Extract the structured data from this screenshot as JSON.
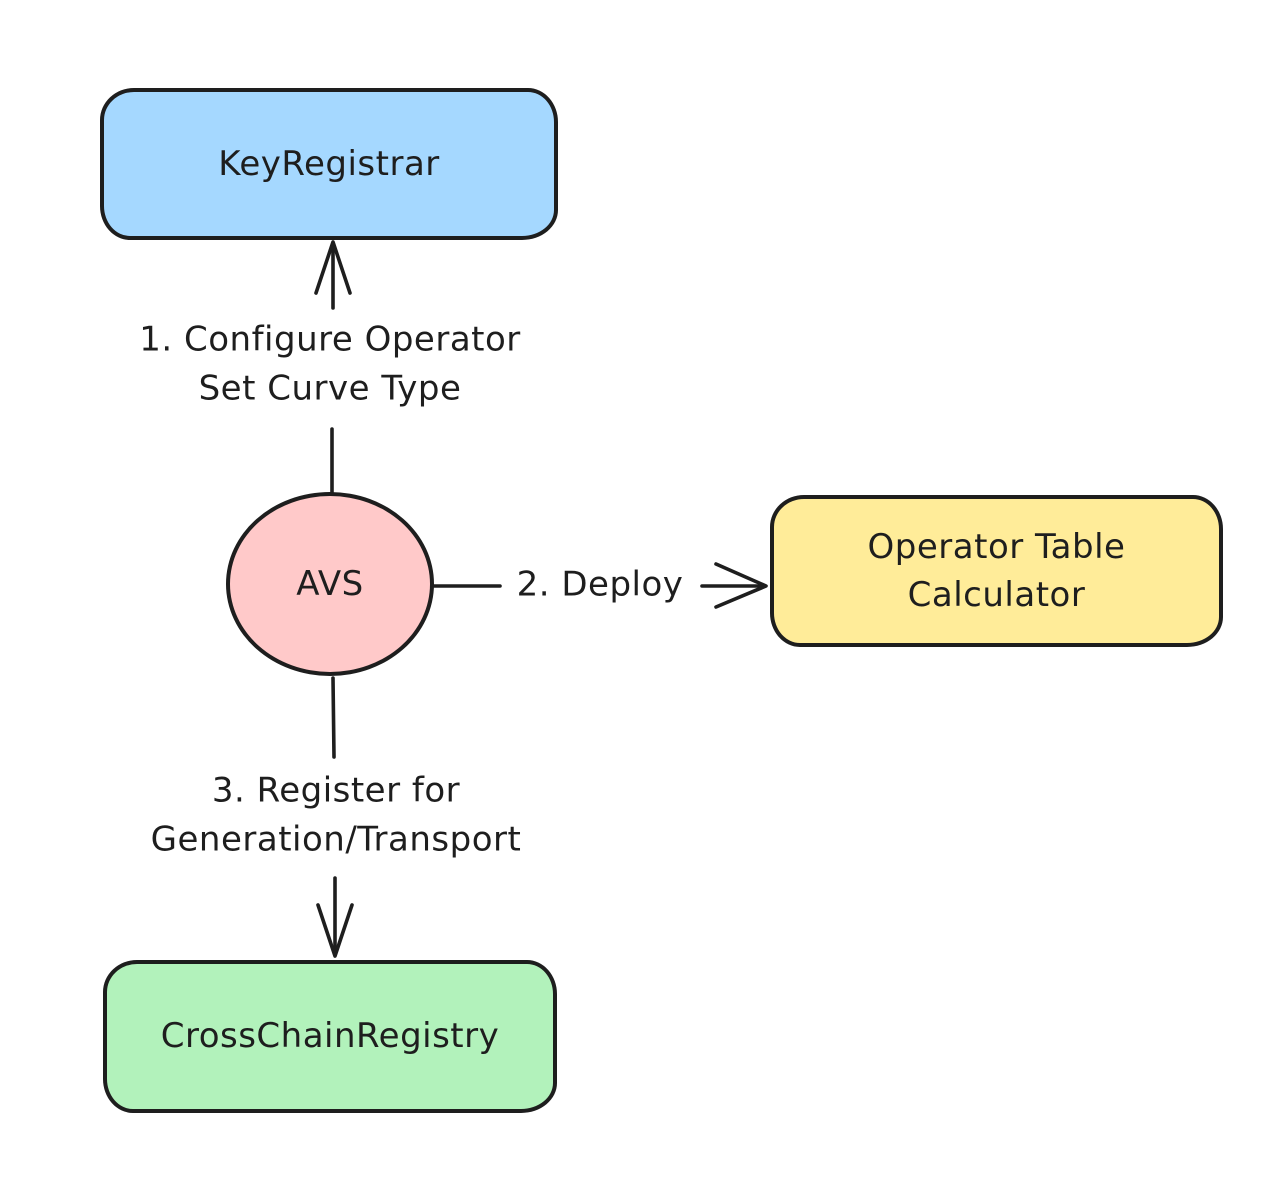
{
  "canvas": {
    "background": "#ffffff",
    "stroke_color": "#1e1e1e"
  },
  "nodes": {
    "key_registrar": {
      "label": "KeyRegistrar",
      "fill": "#a5d8ff",
      "shape": "rounded-rectangle"
    },
    "avs": {
      "label": "AVS",
      "fill": "#ffc9c9",
      "shape": "ellipse"
    },
    "operator_table_calculator": {
      "label": "Operator Table\nCalculator",
      "fill": "#ffec99",
      "shape": "rounded-rectangle"
    },
    "cross_chain_registry": {
      "label": "CrossChainRegistry",
      "fill": "#b2f2bb",
      "shape": "rounded-rectangle"
    }
  },
  "edges": {
    "configure_operator_set": {
      "label": "1. Configure Operator\nSet Curve Type",
      "from": "avs",
      "to": "key_registrar",
      "direction": "up"
    },
    "deploy": {
      "label": "2. Deploy",
      "from": "avs",
      "to": "operator_table_calculator",
      "direction": "right"
    },
    "register_generation_transport": {
      "label": "3. Register for\nGeneration/Transport",
      "from": "avs",
      "to": "cross_chain_registry",
      "direction": "down"
    }
  }
}
